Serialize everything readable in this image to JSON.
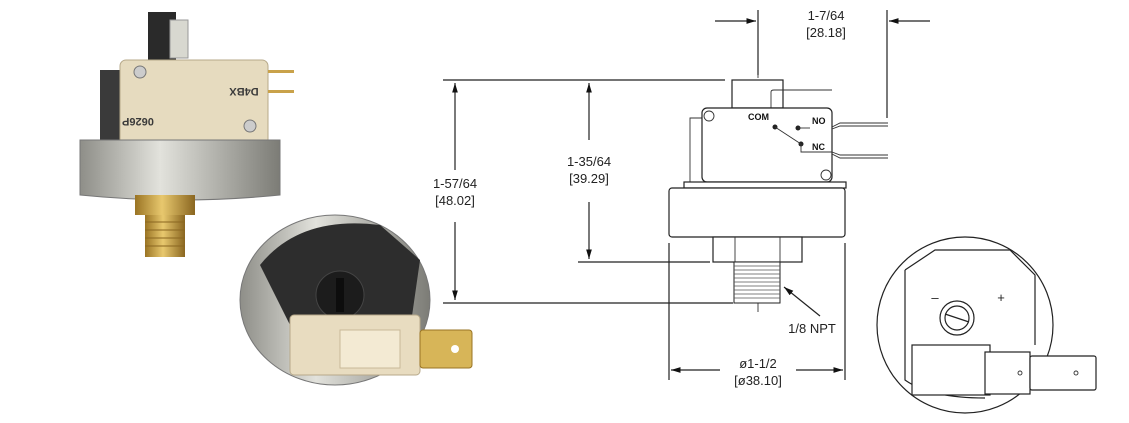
{
  "dimensions": {
    "total_height": {
      "imperial": "1-57/64",
      "metric": "[48.02]"
    },
    "body_height": {
      "imperial": "1-35/64",
      "metric": "[39.29]"
    },
    "terminal_offset": {
      "imperial": "1-7/64",
      "metric": "[28.18]"
    },
    "diameter": {
      "imperial": "ø1-1/2",
      "metric": "[ø38.10]"
    },
    "thread": "1/8 NPT"
  },
  "terminals": {
    "common": "COM",
    "normally_open": "NO",
    "normally_closed": "NC"
  },
  "adjuster": {
    "minus": "–",
    "plus": "+"
  },
  "photo_marking": {
    "model": "D4BX",
    "code": "0626P"
  },
  "colors": {
    "brass": "#c9a24a",
    "housing": "#2b2b2b",
    "switch_body": "#e8dcc0",
    "steel": "#b9b9b3"
  }
}
